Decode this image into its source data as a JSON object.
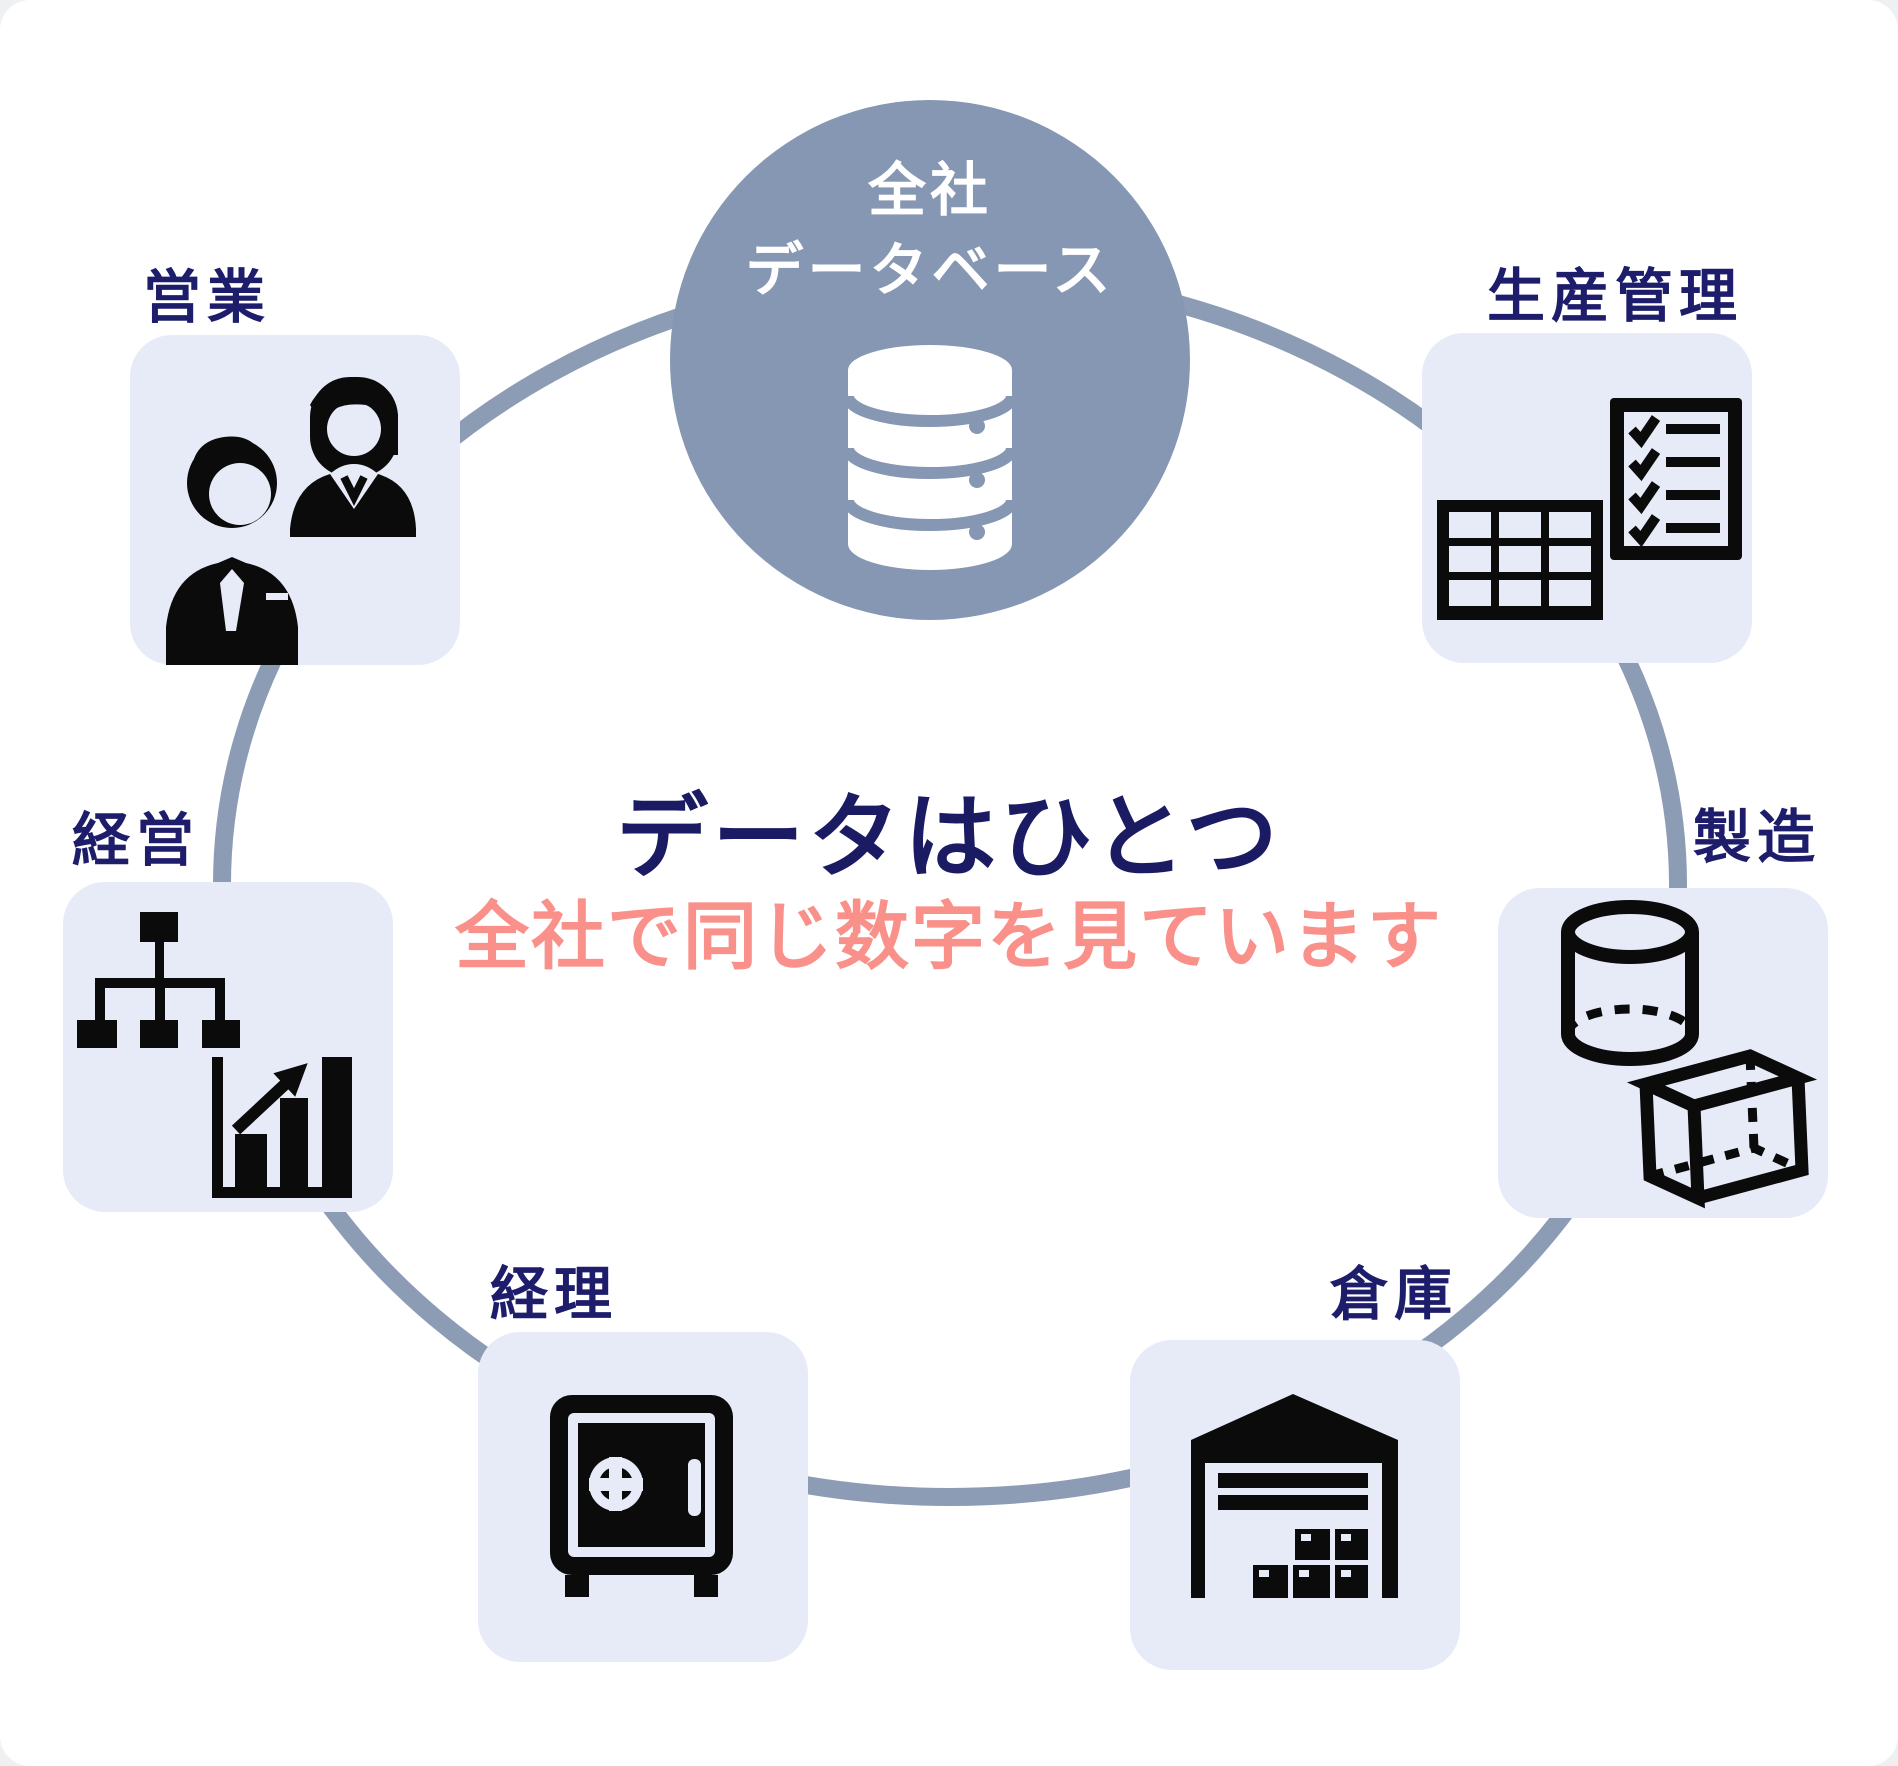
{
  "hub": {
    "label_line1": "全社",
    "label_line2": "データベース",
    "icon": "database-icon",
    "fill_color": "#8697B3",
    "text_color": "#FFFFFF"
  },
  "center_message": {
    "headline": "データはひとつ",
    "headline_color": "#1B1B63",
    "subline": "全社で同じ数字を見ています",
    "subline_color": "#F9918A"
  },
  "departments": [
    {
      "id": "sales",
      "label": "営業",
      "icon": "businesspeople-icon"
    },
    {
      "id": "production",
      "label": "生産管理",
      "icon": "checklist-and-table-icon"
    },
    {
      "id": "management",
      "label": "経営",
      "icon": "org-chart-and-growth-chart-icon"
    },
    {
      "id": "manufacturing",
      "label": "製造",
      "icon": "cylinder-and-cube-icon"
    },
    {
      "id": "accounting",
      "label": "経理",
      "icon": "safe-icon"
    },
    {
      "id": "warehouse",
      "label": "倉庫",
      "icon": "warehouse-icon"
    }
  ],
  "style": {
    "ring_color": "#8C9CB5",
    "card_color": "#E7EBF8",
    "label_color": "#1D1D6B",
    "icon_color": "#0B0B0B",
    "canvas_color": "#FFFFFF",
    "page_margin_color": "#EFF0F2"
  }
}
